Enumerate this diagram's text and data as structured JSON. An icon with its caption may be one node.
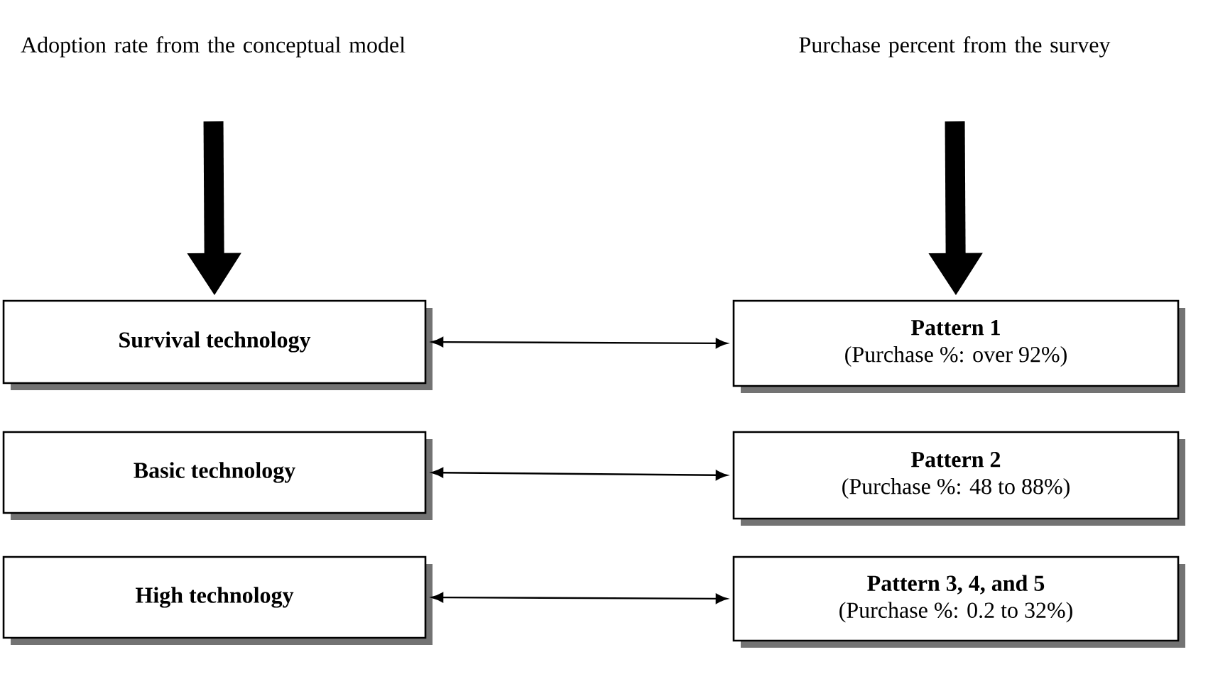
{
  "diagram": {
    "nodes": [
      {
        "text": [
          "Adoption rate from the conceptual model"
        ]
      },
      {
        "text": [
          "Purchase percent from the survey"
        ]
      },
      {
        "text": [
          "Survival technology"
        ]
      },
      {
        "text": [
          "Pattern 1",
          "(Purchase %: over 92%)"
        ]
      },
      {
        "text": [
          "Basic technology"
        ]
      },
      {
        "text": [
          "Pattern 2",
          "(Purchase %: 48 to 88%)"
        ]
      },
      {
        "text": [
          "High technology"
        ]
      },
      {
        "text": [
          "Pattern 3, 4, and 5",
          "(Purchase %: 0.2 to 32%)"
        ]
      }
    ],
    "edges": [
      {
        "from": 0,
        "to": 2,
        "arrow": "to",
        "style": "thick"
      },
      {
        "from": 1,
        "to": 3,
        "arrow": "to",
        "style": "thick"
      },
      {
        "from": 2,
        "to": 3,
        "arrow": "both"
      },
      {
        "from": 4,
        "to": 5,
        "arrow": "both"
      },
      {
        "from": 6,
        "to": 7,
        "arrow": "both"
      }
    ]
  }
}
